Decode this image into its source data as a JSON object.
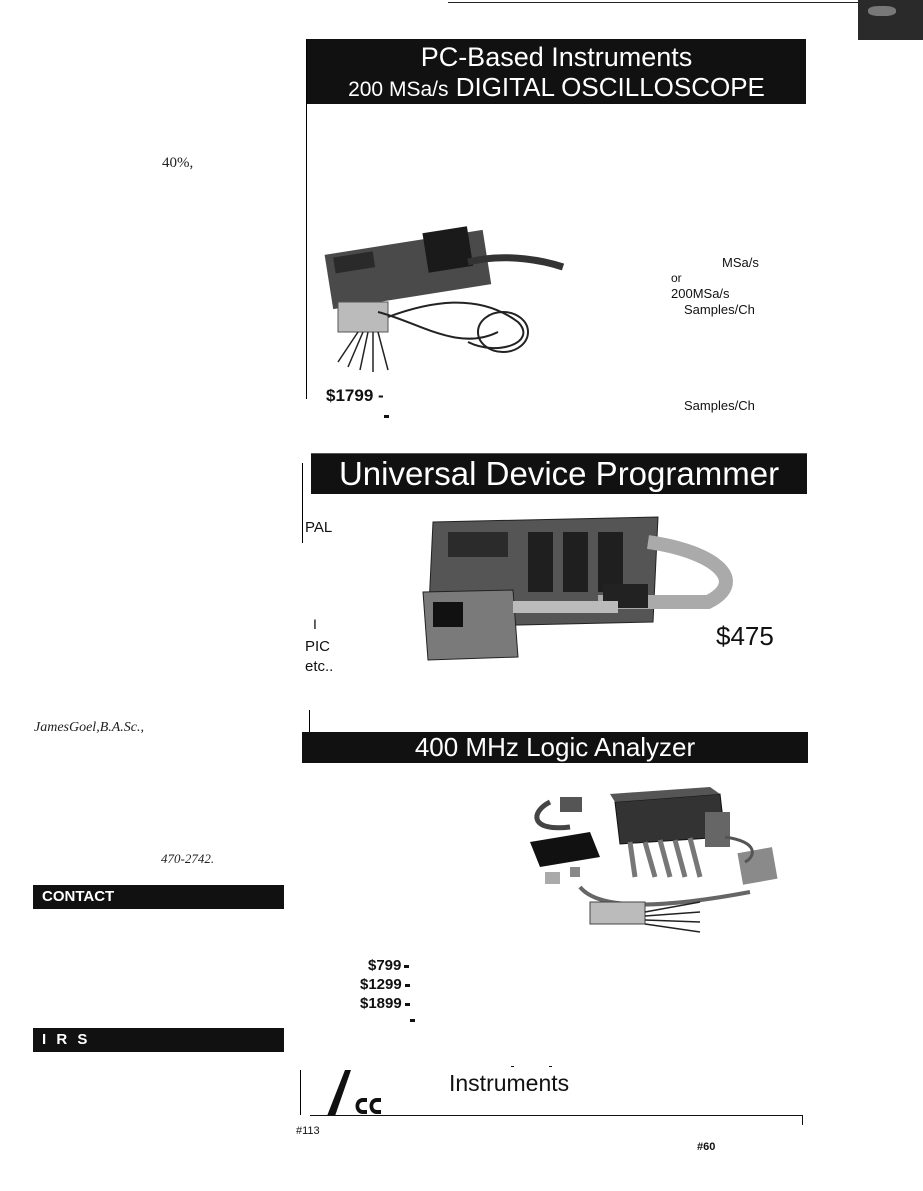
{
  "left_column": {
    "percent": "40%,",
    "author": "JamesGoel,B.A.Sc.,",
    "phone": "470-2742.",
    "contact_bar": "CONTACT",
    "irs_bar": "I R S"
  },
  "oscilloscope_ad": {
    "title_line1": "PC-Based Instruments",
    "title_line2_rate": "200 MSa/s",
    "title_line2_name": "DIGITAL OSCILLOSCOPE",
    "spec_msa": "MSa/s",
    "spec_or": "or",
    "spec_200msa": "200MSa/s",
    "spec_samples1": "Samples/Ch",
    "spec_samples2": "Samples/Ch",
    "price": "$1799 -"
  },
  "programmer_ad": {
    "title": "Universal Device Programmer",
    "pal": "PAL",
    "bar_glyph": "I",
    "pic": "PIC",
    "etc": "etc..",
    "price": "$475"
  },
  "logic_analyzer_ad": {
    "title": "400 MHz Logic Analyzer",
    "price1": "$799",
    "price2": "$1299",
    "price3": "$1899"
  },
  "footer": {
    "brand": "Instruments",
    "ref_left": "#113",
    "ref_right": "#60"
  },
  "colors": {
    "ink": "#111111",
    "paper": "#ffffff"
  }
}
